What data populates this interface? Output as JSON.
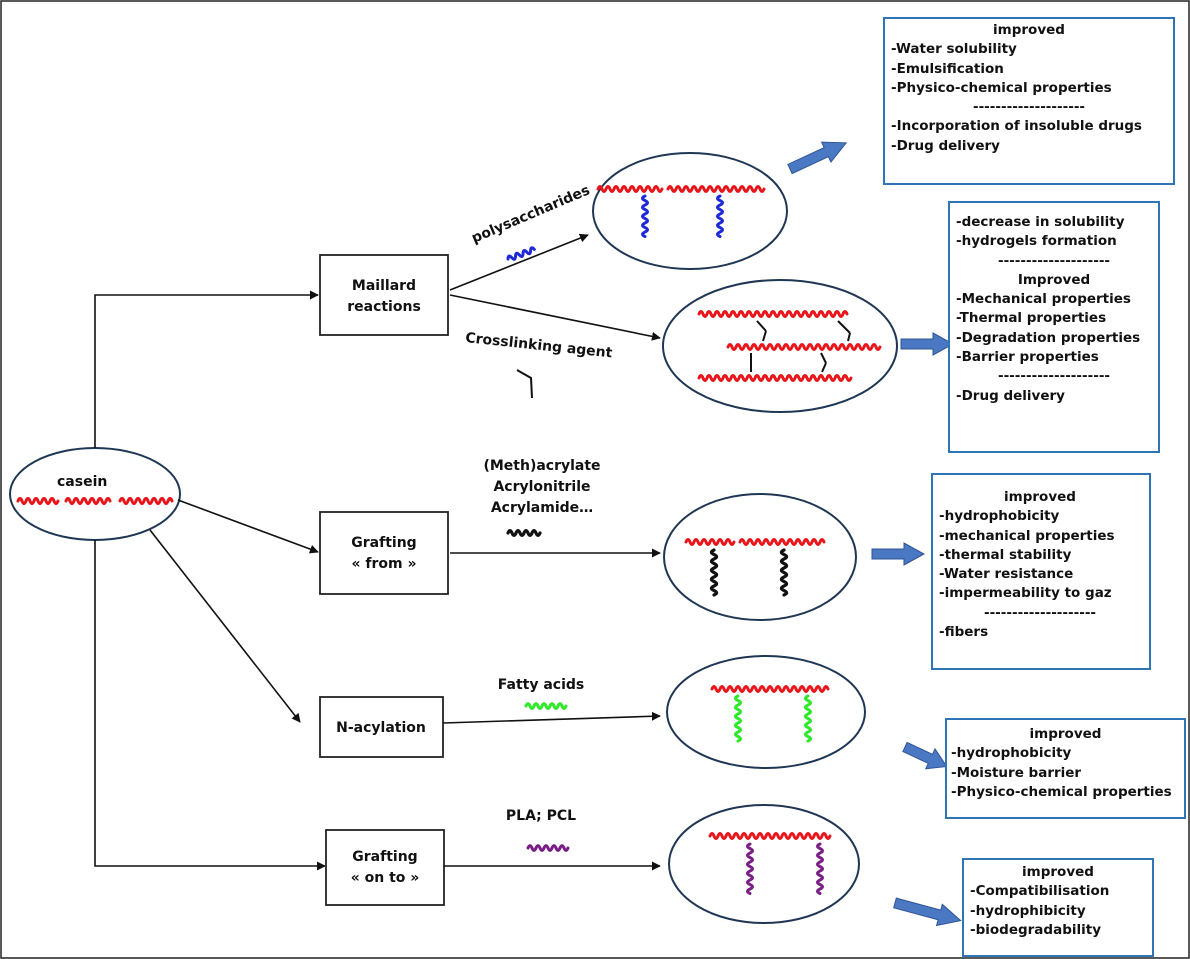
{
  "source": {
    "label": "casein"
  },
  "reactions": {
    "maillard": "Maillard\nreactions",
    "grafting_from": "Grafting\n« from »",
    "n_acylation": "N-acylation",
    "grafting_onto": "Grafting\n« on to »"
  },
  "reagents": {
    "polysaccharides": "polysaccharides",
    "crosslinking": "Crosslinking agent",
    "acrylates": "(Meth)acrylate\nAcrylonitrile\nAcrylamide…",
    "fatty_acids": "Fatty acids",
    "pla_pcl": "PLA; PCL"
  },
  "outcome_boxes": [
    {
      "lines": [
        {
          "text": "improved",
          "center": true
        },
        {
          "text": "-Water solubility"
        },
        {
          "text": "-Emulsification"
        },
        {
          "text": "-Physico-chemical properties"
        },
        {
          "text": "--------------------",
          "center": true
        },
        {
          "text": "-Incorporation of insoluble drugs"
        },
        {
          "text": "-Drug delivery"
        }
      ]
    },
    {
      "lines": [
        {
          "text": "-decrease in solubility"
        },
        {
          "text": "-hydrogels formation"
        },
        {
          "text": "--------------------",
          "center": true
        },
        {
          "text": "Improved",
          "center": true
        },
        {
          "text": "-Mechanical properties"
        },
        {
          "text": "-Thermal properties"
        },
        {
          "text": "-Degradation properties"
        },
        {
          "text": "-Barrier properties"
        },
        {
          "text": "--------------------",
          "center": true
        },
        {
          "text": " -Drug delivery"
        }
      ]
    },
    {
      "lines": [
        {
          "text": "improved",
          "center": true
        },
        {
          "text": "-hydrophobicity"
        },
        {
          "text": "-mechanical properties"
        },
        {
          "text": "-thermal stability"
        },
        {
          "text": "-Water resistance"
        },
        {
          "text": "-impermeability  to gaz"
        },
        {
          "text": "--------------------",
          "center": true
        },
        {
          "text": "-fibers"
        }
      ]
    },
    {
      "lines": [
        {
          "text": "improved",
          "center": true
        },
        {
          "text": "-hydrophobicity"
        },
        {
          "text": "-Moisture barrier"
        },
        {
          "text": "-Physico-chemical properties"
        }
      ]
    },
    {
      "lines": [
        {
          "text": "improved",
          "center": true
        },
        {
          "text": "-Compatibilisation"
        },
        {
          "text": "-hydrophibicity"
        },
        {
          "text": "-biodegradability"
        }
      ]
    }
  ],
  "colors": {
    "backbone": "#e8161b",
    "polysaccharide": "#1f2ad6",
    "crosslink": "#111111",
    "acrylate": "#111111",
    "fatty_acid": "#2ee82a",
    "pla_pcl": "#7a1f86",
    "box_border": "#2e75b6",
    "big_arrow": "#4a78c2",
    "ellipse_border": "#1f3654"
  }
}
